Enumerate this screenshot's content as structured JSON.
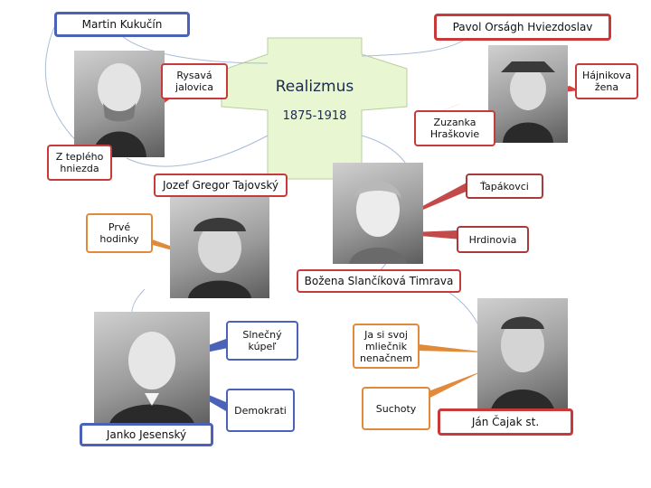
{
  "center": {
    "title": "Realizmus",
    "years": "1875-1918"
  },
  "authors": {
    "kukucin": "Martin Kukučín",
    "hviezdoslav": "Pavol Orságh Hviezdoslav",
    "tajovsky": "Jozef Gregor Tajovský",
    "timrava": "Božena Slančíková Timrava",
    "jesensky": "Janko Jesenský",
    "cajak": "Ján Čajak  st."
  },
  "works": {
    "rysava": "Rysavá jalovica",
    "z_tepleho": "Z teplého hniezda",
    "hajnikova": "Hájnikova žena",
    "zuzanka": "Zuzanka Hraškovie",
    "tapakovci": "Ťapákovci",
    "hrdinovia": "Hrdinovia",
    "prve_hodinky": "Prvé hodinky",
    "slnecny": "Slnečný kúpeľ",
    "demokrati": "Demokrati",
    "ja_si_svoj": "Ja si svoj mliečnik nenačnem",
    "suchoty": "Suchoty"
  },
  "colors": {
    "center_fill": "#e8f6d2",
    "blue_border": "#4a63b8",
    "red_border": "#c83a3a",
    "orange_border": "#e08a3a",
    "darkred_border": "#a83a3a",
    "connector": "#a8bcd8"
  },
  "icons": [
    "portrait-kukucin",
    "portrait-hviezdoslav",
    "portrait-tajovsky",
    "portrait-timrava",
    "portrait-jesensky",
    "portrait-cajak"
  ]
}
